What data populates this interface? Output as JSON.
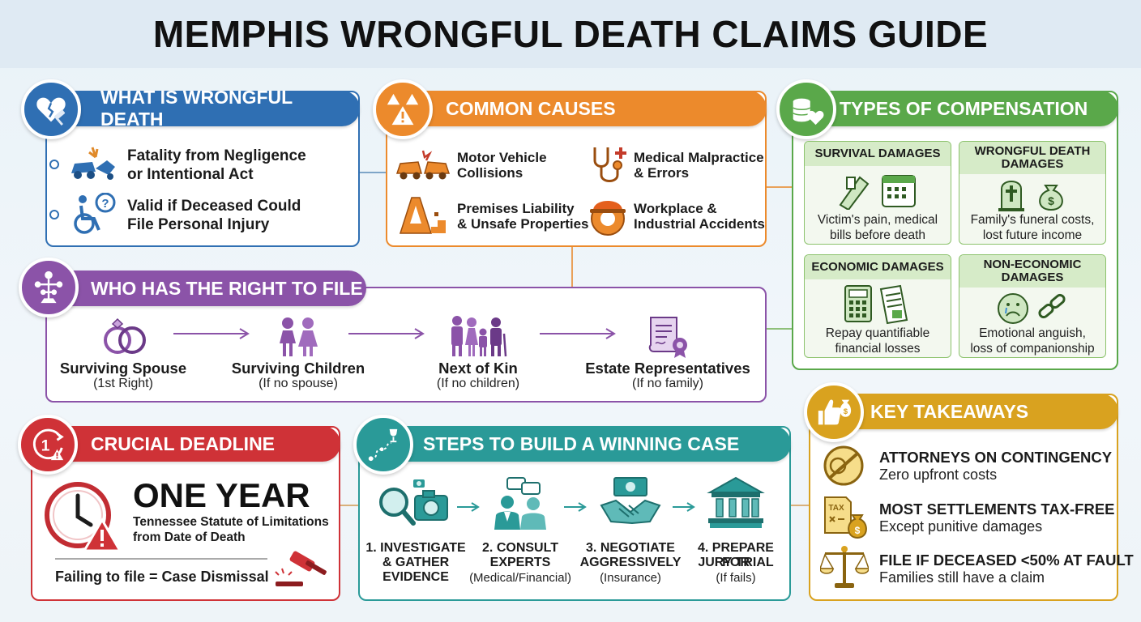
{
  "title": "MEMPHIS WRONGFUL DEATH CLAIMS GUIDE",
  "what": {
    "heading": "WHAT IS WRONGFUL DEATH",
    "items": [
      {
        "line1": "Fatality from Negligence",
        "line2": "or Intentional Act",
        "icon": "car-crash-icon"
      },
      {
        "line1": "Valid if Deceased Could",
        "line2": "File Personal Injury",
        "icon": "wheelchair-question-icon"
      }
    ]
  },
  "causes": {
    "heading": "COMMON CAUSES",
    "items": [
      {
        "line1": "Motor Vehicle",
        "line2": "Collisions",
        "icon": "car-collision-icon"
      },
      {
        "line1": "Medical Malpractice",
        "line2": "& Errors",
        "icon": "stethoscope-icon"
      },
      {
        "line1": "Premises Liability",
        "line2": "& Unsafe Properties",
        "icon": "wet-floor-icon"
      },
      {
        "line1": "Workplace &",
        "line2": "Industrial Accidents",
        "icon": "hard-hat-icon"
      }
    ]
  },
  "compensation": {
    "heading": "TYPES OF COMPENSATION",
    "items": [
      {
        "title": "SURVIVAL DAMAGES",
        "line1": "Victim's pain, medical",
        "line2": "bills before death"
      },
      {
        "title1": "WRONGFUL DEATH",
        "title2": "DAMAGES",
        "line1": "Family's funeral costs,",
        "line2": "lost future income"
      },
      {
        "title": "ECONOMIC DAMAGES",
        "line1": "Repay quantifiable",
        "line2": "financial losses"
      },
      {
        "title1": "NON-ECONOMIC",
        "title2": "DAMAGES",
        "line1": "Emotional anguish,",
        "line2": "loss of companionship"
      }
    ]
  },
  "file": {
    "heading": "WHO HAS THE RIGHT TO FILE",
    "steps": [
      {
        "label": "Surviving Spouse",
        "note": "(1st Right)",
        "icon": "rings-icon"
      },
      {
        "label": "Surviving Children",
        "note": "(If no spouse)",
        "icon": "children-icon"
      },
      {
        "label": "Next of Kin",
        "note": "(If no children)",
        "icon": "family-icon"
      },
      {
        "label": "Estate Representatives",
        "note": "(If no family)",
        "icon": "document-seal-icon"
      }
    ]
  },
  "deadline": {
    "heading": "CRUCIAL DEADLINE",
    "big": "ONE YEAR",
    "line1": "Tennessee Statute of Limitations",
    "line2": "from Date of Death",
    "warning": "Failing to file = Case Dismissal"
  },
  "steps": {
    "heading": "STEPS TO BUILD A WINNING CASE",
    "items": [
      {
        "l1": "1. INVESTIGATE",
        "l2": "& GATHER",
        "l3": "EVIDENCE"
      },
      {
        "l1": "2. CONSULT",
        "l2": "EXPERTS",
        "l3": "(Medical/Financial)"
      },
      {
        "l1": "3. NEGOTIATE",
        "l2": "AGGRESSIVELY",
        "l3": "(Insurance)"
      },
      {
        "l1": "4. PREPARE FOR",
        "l2": "JURY TRIAL",
        "l3": "(If fails)"
      }
    ]
  },
  "takeaways": {
    "heading": "KEY TAKEAWAYS",
    "items": [
      {
        "title": "ATTORNEYS ON CONTINGENCY",
        "text": "Zero upfront costs"
      },
      {
        "title": "MOST SETTLEMENTS TAX-FREE",
        "text": "Except punitive damages"
      },
      {
        "title": "FILE IF DECEASED <50% AT FAULT",
        "text": "Families still have a claim"
      }
    ],
    "tax_label": "TAX"
  },
  "colors": {
    "blue": "#2f6fb3",
    "orange": "#ec8a2c",
    "green": "#5aa84a",
    "purple": "#8b53a8",
    "red": "#cf3237",
    "teal": "#2a9a98",
    "gold": "#d9a21f"
  }
}
